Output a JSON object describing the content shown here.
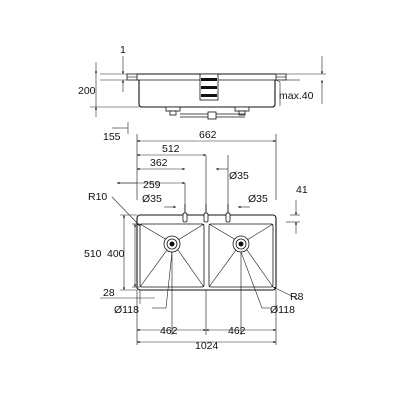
{
  "side_view": {
    "dim_top": "1",
    "dim_height": "200",
    "dim_bowl_depth": "155",
    "dim_max": "max.40"
  },
  "plan_view": {
    "dim_662": "662",
    "dim_512": "512",
    "dim_362": "362",
    "dim_259": "259",
    "dim_hole_left": "Ø35",
    "dim_hole_right": "Ø35",
    "dim_hole_top": "Ø35",
    "dim_r10": "R10",
    "dim_41": "41",
    "dim_510": "510",
    "dim_400": "400",
    "dim_28": "28",
    "dim_r8": "R8",
    "dim_drain_left": "Ø118",
    "dim_drain_right": "Ø118",
    "dim_462_left": "462",
    "dim_462_right": "462",
    "dim_1024": "1024"
  }
}
